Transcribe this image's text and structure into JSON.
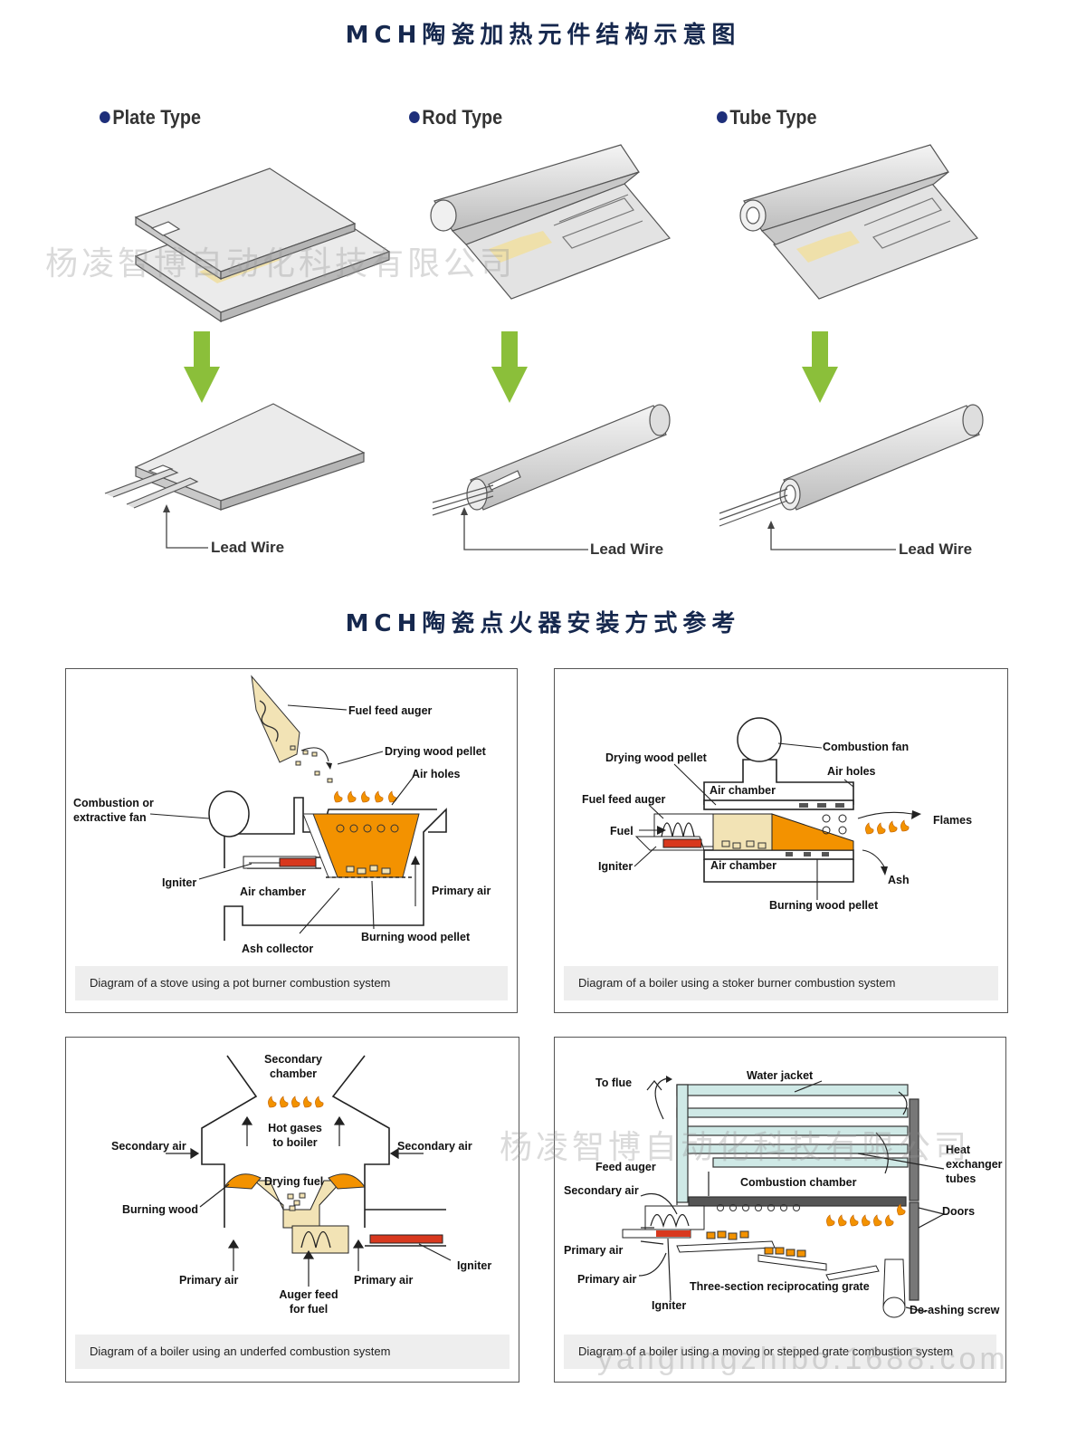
{
  "title_top": "MCH陶瓷加热元件结构示意图",
  "title_middle": "MCH陶瓷点火器安装方式参考",
  "types": [
    {
      "label": "Plate Type",
      "lead": "Lead Wire"
    },
    {
      "label": "Rod Type",
      "lead": "Lead Wire"
    },
    {
      "label": "Tube Type",
      "lead": "Lead Wire"
    }
  ],
  "watermark": "杨凌智博自动化科技有限公司",
  "watermark_url": "yanglingzhibo.1688.com",
  "colors": {
    "title": "#16284e",
    "arrow": "#8bbf3a",
    "paste": "#f0e2b0",
    "fuel": "#f39200",
    "igniter": "#d8381e",
    "water": "#cfe9e6"
  },
  "panels": {
    "pot": {
      "caption": "Diagram of a stove using a pot burner combustion system",
      "labels": {
        "fuel_feed_auger": "Fuel feed auger",
        "drying_wood_pellet": "Drying wood pellet",
        "air_holes": "Air holes",
        "fan": "Combustion or\nextractive fan",
        "igniter": "Igniter",
        "air_chamber": "Air chamber",
        "primary_air": "Primary air",
        "burning_wood_pellet": "Burning wood pellet",
        "ash_collector": "Ash collector"
      }
    },
    "stoker": {
      "caption": "Diagram of a boiler using a stoker burner combustion system",
      "labels": {
        "combustion_fan": "Combustion fan",
        "drying_wood_pellet": "Drying wood pellet",
        "air_holes": "Air holes",
        "air_chamber_top": "Air chamber",
        "fuel_feed_auger": "Fuel feed auger",
        "flames": "Flames",
        "fuel": "Fuel",
        "igniter": "Igniter",
        "air_chamber_bottom": "Air chamber",
        "ash": "Ash",
        "burning_wood_pellet": "Burning wood pellet"
      }
    },
    "underfed": {
      "caption": "Diagram of a boiler using an underfed combustion system",
      "labels": {
        "secondary_chamber": "Secondary\nchamber",
        "hot_gases": "Hot gases\nto boiler",
        "secondary_air_left": "Secondary air",
        "secondary_air_right": "Secondary air",
        "drying_fuel": "Drying fuel",
        "burning_wood": "Burning wood",
        "primary_air_left": "Primary air",
        "primary_air_right": "Primary air",
        "auger_feed": "Auger feed\nfor fuel",
        "igniter": "Igniter"
      }
    },
    "grate": {
      "caption": "Diagram of a boiler using a moving or stepped grate combustion system",
      "labels": {
        "to_flue": "To flue",
        "water_jacket": "Water jacket",
        "feed_auger": "Feed auger",
        "heat_exchanger_tubes": "Heat\nexchanger\ntubes",
        "combustion_chamber": "Combustion chamber",
        "secondary_air": "Secondary air",
        "doors": "Doors",
        "primary_air_1": "Primary air",
        "primary_air_2": "Primary air",
        "three_section_grate": "Three-section reciprocating grate",
        "igniter": "Igniter",
        "de_ashing_screw": "De-ashing screw"
      }
    }
  }
}
